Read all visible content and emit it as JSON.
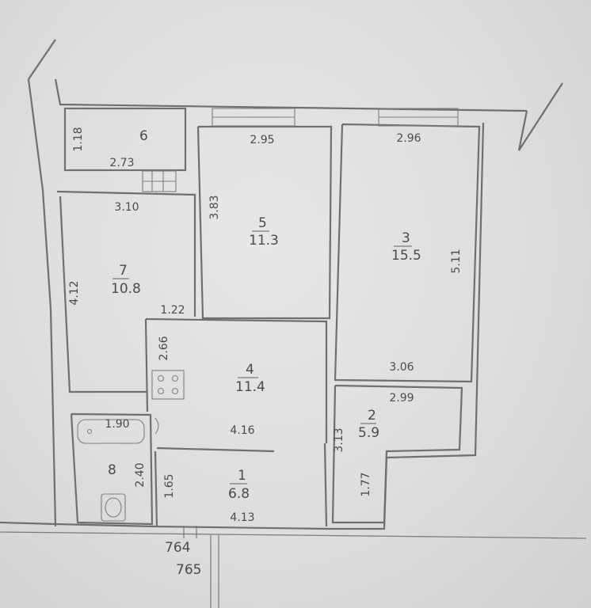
{
  "rooms": [
    {
      "number": "1",
      "area": "6.8"
    },
    {
      "number": "2",
      "area": "5.9"
    },
    {
      "number": "3",
      "area": "15.5"
    },
    {
      "number": "4",
      "area": "11.4"
    },
    {
      "number": "5",
      "area": "11.3"
    },
    {
      "number": "6"
    },
    {
      "number": "7",
      "area": "10.8"
    },
    {
      "number": "8"
    }
  ],
  "dimensions": {
    "balcony_height": "1.18",
    "balcony_width": "2.73",
    "room7_width": "3.10",
    "room7_height": "4.12",
    "hall_offset": "1.22",
    "room5_width": "2.95",
    "room5_height": "3.83",
    "room3_width_top": "2.96",
    "room3_height": "5.11",
    "room3_width_bottom": "3.06",
    "room2_width": "2.99",
    "room2_height": "3.13",
    "room2_lower": "1.77",
    "kitchen_height": "2.66",
    "kitchen_width": "4.16",
    "bath_width": "1.90",
    "bath_height": "2.40",
    "corridor_height": "1.65",
    "corridor_width": "4.13"
  },
  "markers": {
    "mark_upper": "764",
    "mark_lower": "765"
  }
}
